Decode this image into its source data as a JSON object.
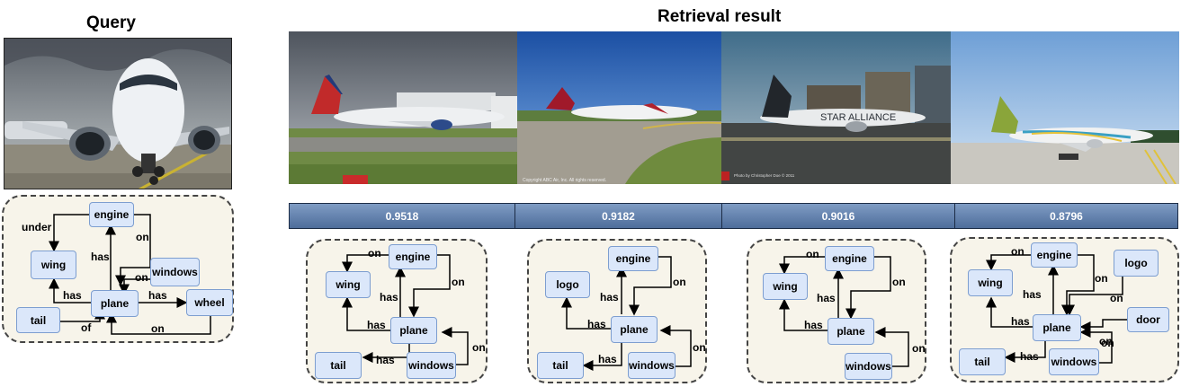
{
  "query_title": "Query",
  "results_title": "Retrieval result",
  "photo_credits": {
    "result2": "Copyright ABC Air, Inc. All rights reserved.",
    "result3": "Photo by Christopher Doe © 2011"
  },
  "scores": [
    "0.9518",
    "0.9182",
    "0.9016",
    "0.8796"
  ],
  "query_graph": {
    "nodes": {
      "engine": "engine",
      "wing": "wing",
      "windows": "windows",
      "plane": "plane",
      "wheel": "wheel",
      "tail": "tail"
    },
    "edges": {
      "under": "under",
      "has_engine": "has",
      "on_engine": "on",
      "on_windows": "on",
      "has_wing": "has",
      "has_wheel": "has",
      "of": "of",
      "on_wheel": "on"
    }
  },
  "result_graphs": [
    {
      "nodes": {
        "engine": "engine",
        "wing": "wing",
        "plane": "plane",
        "tail": "tail",
        "windows": "windows"
      },
      "edges": {
        "on_top": "on",
        "on_right": "on",
        "has_engine": "has",
        "has_wing": "has",
        "has_tail": "has",
        "on_windows": "on"
      }
    },
    {
      "nodes": {
        "engine": "engine",
        "logo": "logo",
        "plane": "plane",
        "tail": "tail",
        "windows": "windows"
      },
      "edges": {
        "on_right": "on",
        "has_engine": "has",
        "has_logo": "has",
        "has_tail": "has",
        "on_windows": "on"
      }
    },
    {
      "nodes": {
        "engine": "engine",
        "wing": "wing",
        "plane": "plane",
        "windows": "windows"
      },
      "edges": {
        "on_top": "on",
        "on_right": "on",
        "has_engine": "has",
        "has_wing": "has",
        "on_windows": "on"
      }
    },
    {
      "nodes": {
        "engine": "engine",
        "logo": "logo",
        "wing": "wing",
        "plane": "plane",
        "door": "door",
        "tail": "tail",
        "windows": "windows"
      },
      "edges": {
        "on_top": "on",
        "on_engine": "on",
        "on_logo": "on",
        "has_engine": "has",
        "has_wing": "has",
        "on_door": "on",
        "on_windows": "on",
        "has_tail": "has"
      }
    }
  ],
  "colors": {
    "node_fill": "#dbe7fa",
    "node_border": "#7d9ed0",
    "panel_fill": "#f7f4ea",
    "score_bar_top": "#7f9cc4",
    "score_bar_bottom": "#4e6d9b"
  }
}
